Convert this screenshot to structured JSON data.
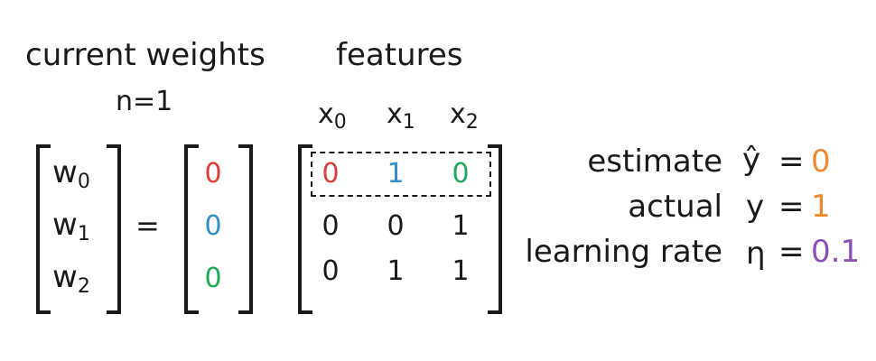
{
  "labels": {
    "current_weights": "current weights",
    "iteration": "n=1",
    "features": "features"
  },
  "weights_vector": [
    {
      "base": "w",
      "sub": "0"
    },
    {
      "base": "w",
      "sub": "1"
    },
    {
      "base": "w",
      "sub": "2"
    }
  ],
  "equals": "=",
  "weight_values": [
    {
      "value": "0",
      "color": "#e23b3b"
    },
    {
      "value": "0",
      "color": "#2f8fc7"
    },
    {
      "value": "0",
      "color": "#1fa85a"
    }
  ],
  "feature_headers": [
    {
      "base": "x",
      "sub": "0"
    },
    {
      "base": "x",
      "sub": "1"
    },
    {
      "base": "x",
      "sub": "2"
    }
  ],
  "feature_matrix": [
    [
      {
        "value": "0",
        "color": "#e23b3b"
      },
      {
        "value": "1",
        "color": "#2f8fc7"
      },
      {
        "value": "0",
        "color": "#1fa85a"
      }
    ],
    [
      {
        "value": "0",
        "color": "#1a1a1a"
      },
      {
        "value": "0",
        "color": "#1a1a1a"
      },
      {
        "value": "1",
        "color": "#1a1a1a"
      }
    ],
    [
      {
        "value": "0",
        "color": "#1a1a1a"
      },
      {
        "value": "1",
        "color": "#1a1a1a"
      },
      {
        "value": "1",
        "color": "#1a1a1a"
      }
    ]
  ],
  "params": [
    {
      "label": "estimate",
      "symbol": "ŷ",
      "eq": "=",
      "value": "0",
      "color": "#f08a2e"
    },
    {
      "label": "actual",
      "symbol": "y",
      "eq": "=",
      "value": "1",
      "color": "#f08a2e"
    },
    {
      "label": "learning rate",
      "symbol": "η",
      "eq": "=",
      "value": "0.1",
      "color": "#8a4fb8"
    }
  ]
}
